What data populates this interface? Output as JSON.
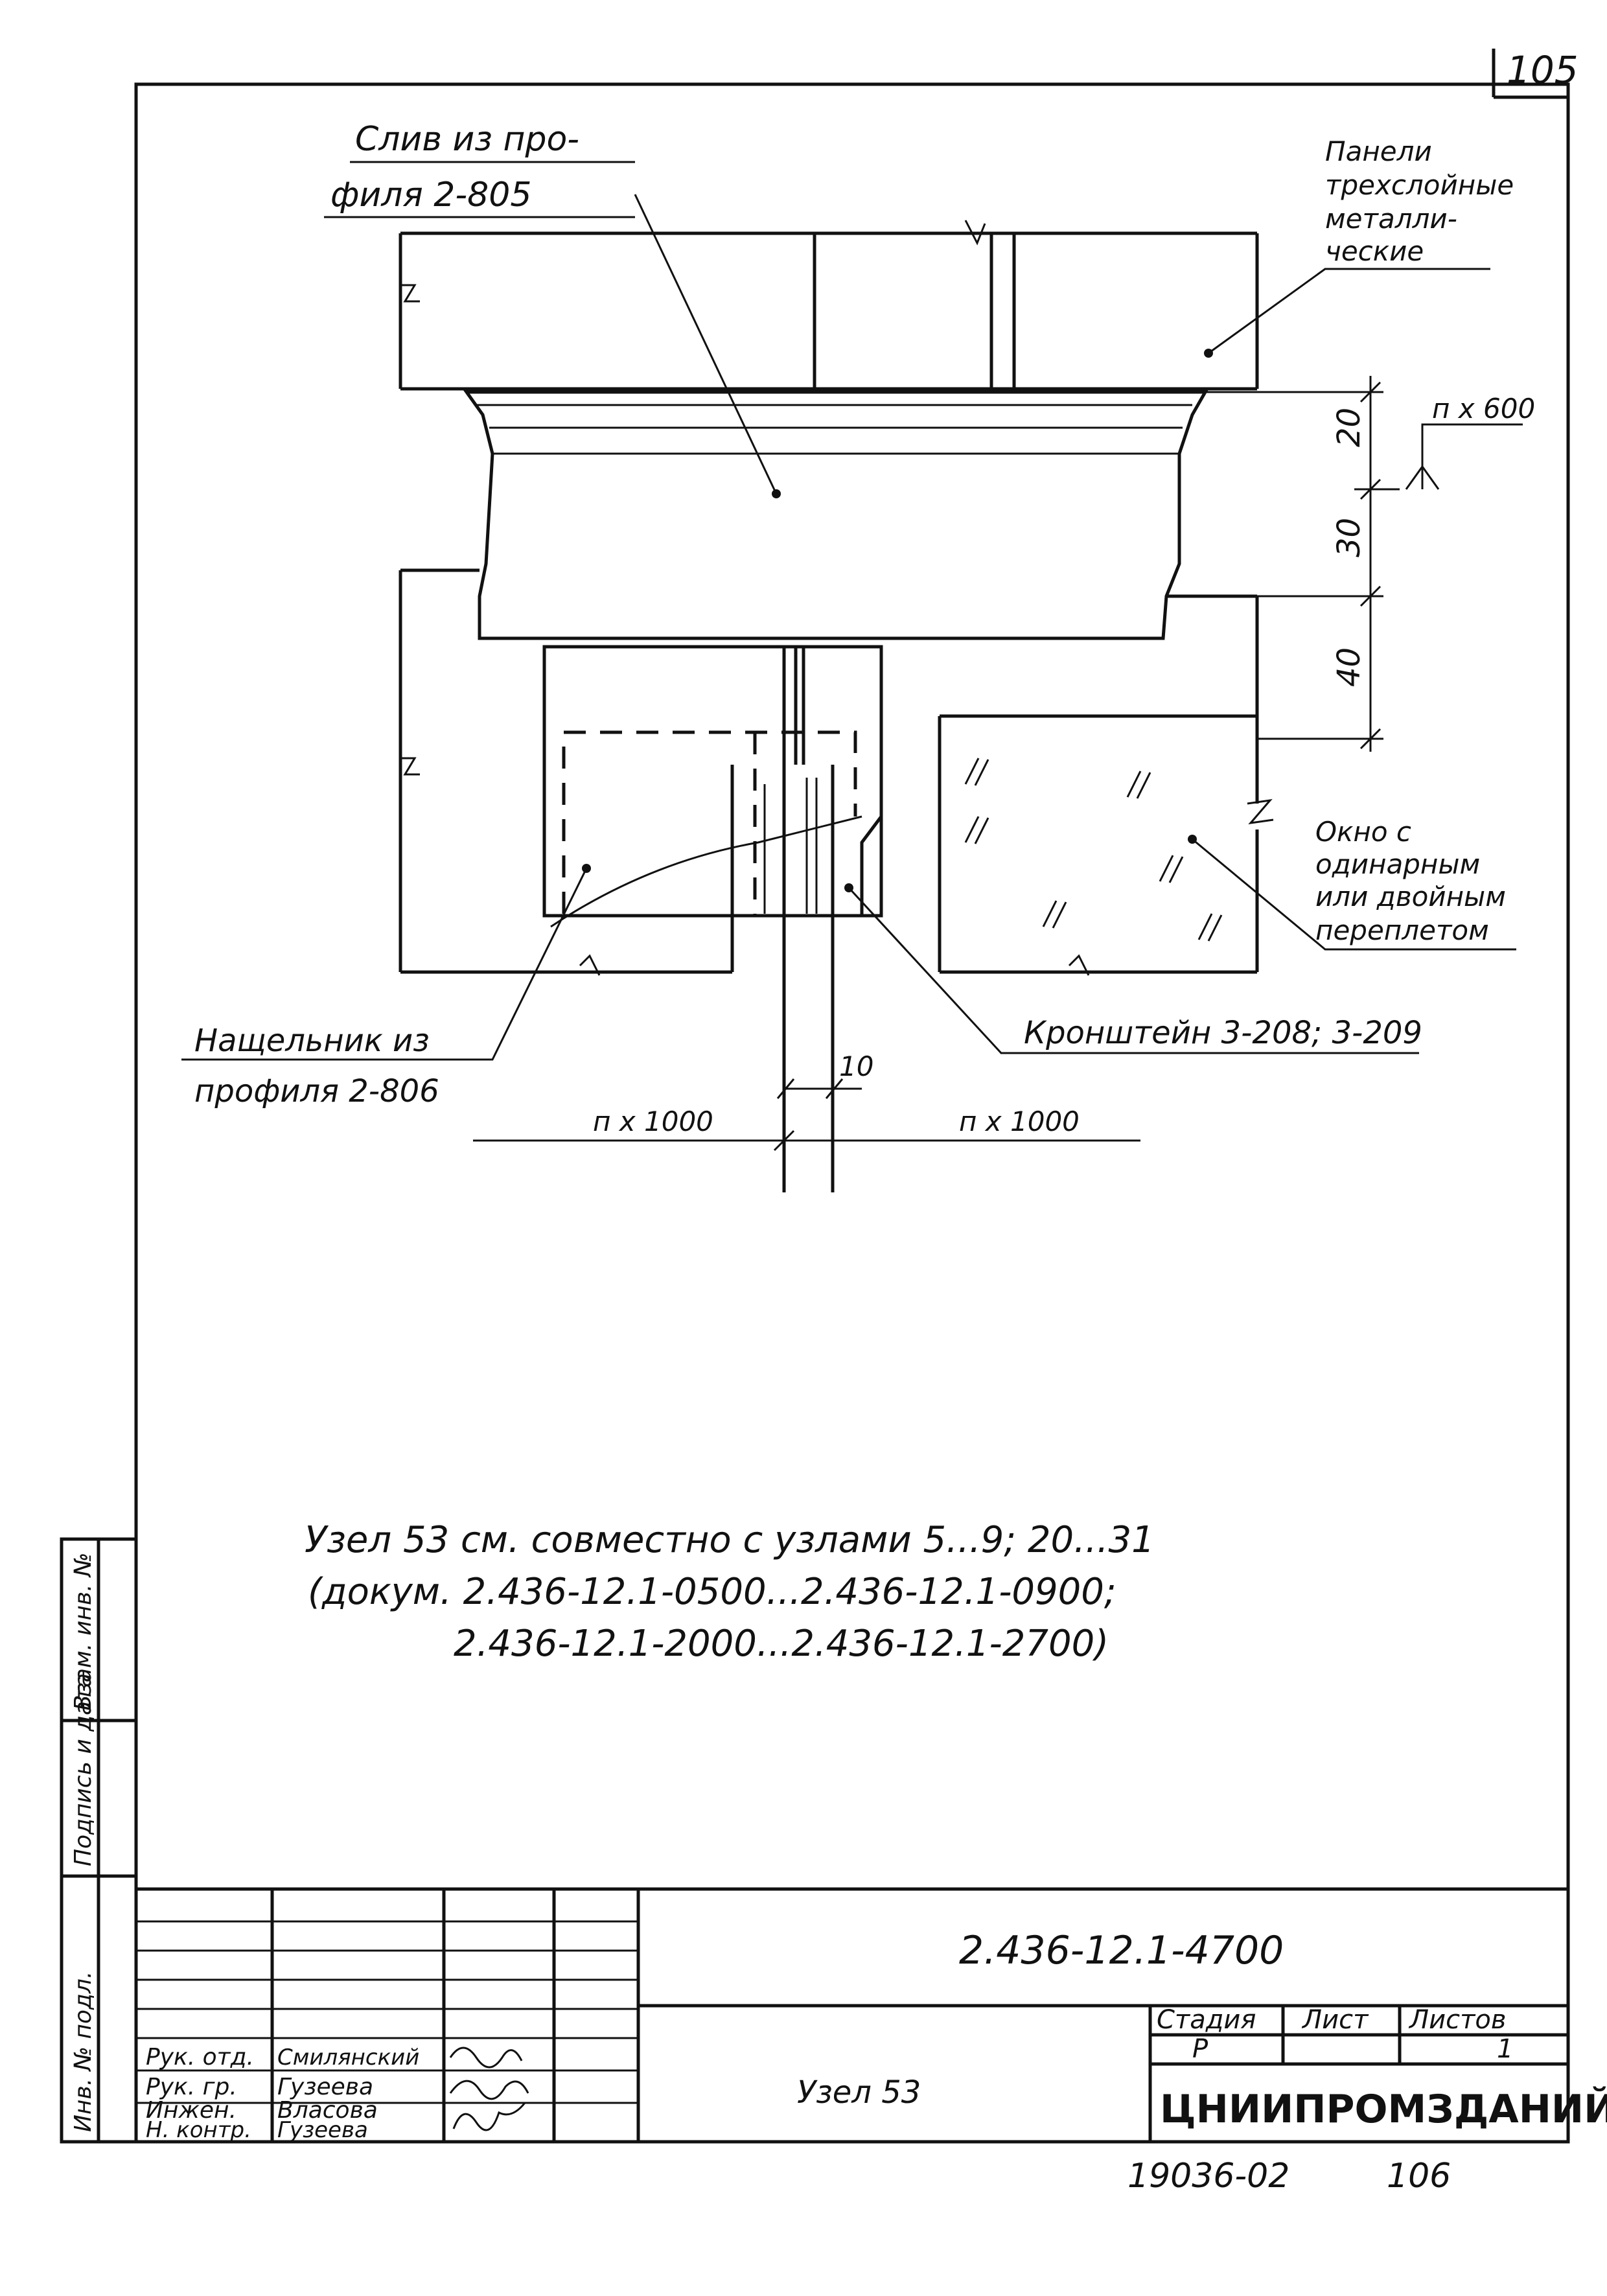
{
  "sheet_number": "105",
  "callouts": {
    "drip_line1": "Слив из про-",
    "drip_line2": "филя 2-805",
    "panels_line1": "Панели",
    "panels_line2": "трехслойные",
    "panels_line3": "металли-",
    "panels_line4": "ческие",
    "window_line1": "Окно с",
    "window_line2": "одинарным",
    "window_line3": "или двойным",
    "window_line4": "переплетом",
    "header_line1": "Нащельник из",
    "header_line2": "профиля 2-806",
    "bracket": "Кронштейн 3-208; 3-209"
  },
  "dimensions": {
    "d20": "20",
    "d30": "30",
    "d40": "40",
    "d10": "10",
    "n600": "п х 600",
    "n1000_left": "п х 1000",
    "n1000_right": "п х 1000"
  },
  "note": {
    "line1": "Узел 53 см. совместно с узлами 5...9; 20...31",
    "line2": "(докум. 2.436-12.1-0500...2.436-12.1-0900;",
    "line3": "2.436-12.1-2000...2.436-12.1-2700)"
  },
  "side_stamp": {
    "inv_orig": "Инв. № подл.",
    "sign_date": "Подпись и дата",
    "replace_inv": "Взам. инв. №"
  },
  "title_block": {
    "doc_code": "2.436-12.1-4700",
    "title": "Узел 53",
    "stage_label": "Стадия",
    "sheet_label": "Лист",
    "sheets_label": "Листов",
    "stage_value": "Р",
    "sheets_value": "1",
    "organization": "ЦНИИПРОМЗДАНИЙ",
    "roles": [
      "Рук. отд.",
      "Рук. гр.",
      "Инжен.",
      "Н. контр."
    ],
    "names": [
      "Смилянский",
      "Гузеева",
      "Власова",
      "Гузеева"
    ]
  },
  "footer": {
    "archive_no": "19036-02",
    "page_no": "106"
  }
}
